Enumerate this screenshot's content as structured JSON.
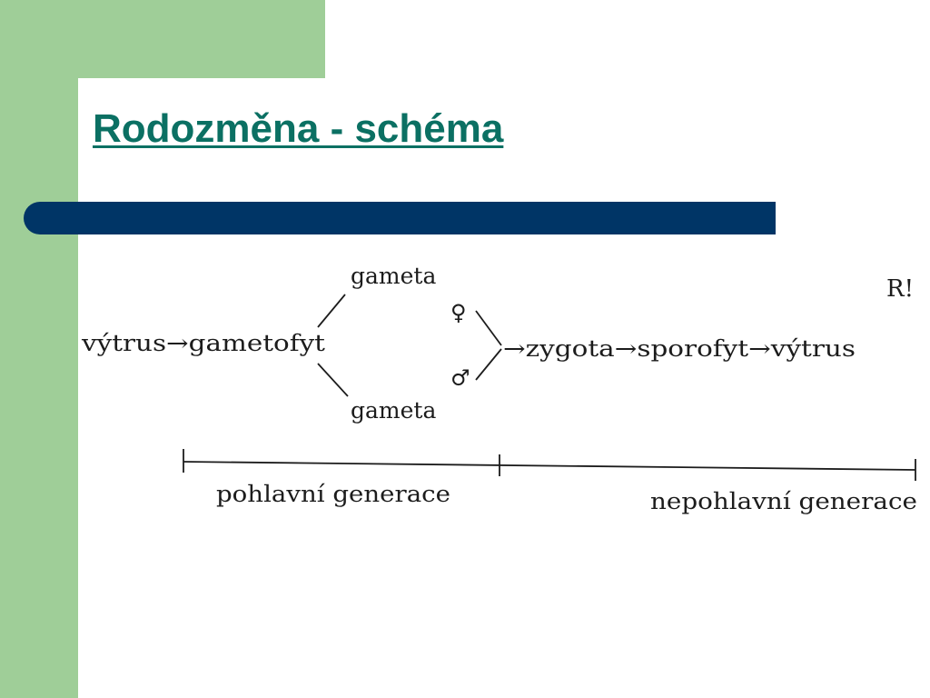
{
  "title": "Rodozměna - schéma",
  "diagram": {
    "start": "výtrus→gametofyt",
    "gamete_top": "gameta",
    "gamete_bottom": "gameta",
    "female_symbol": "♀",
    "male_symbol": "♂",
    "result": "→zygota→sporofyt→výtrus",
    "note": "R!",
    "generation_sexual": "pohlavní generace",
    "generation_asexual": "nepohlavní generace"
  }
}
